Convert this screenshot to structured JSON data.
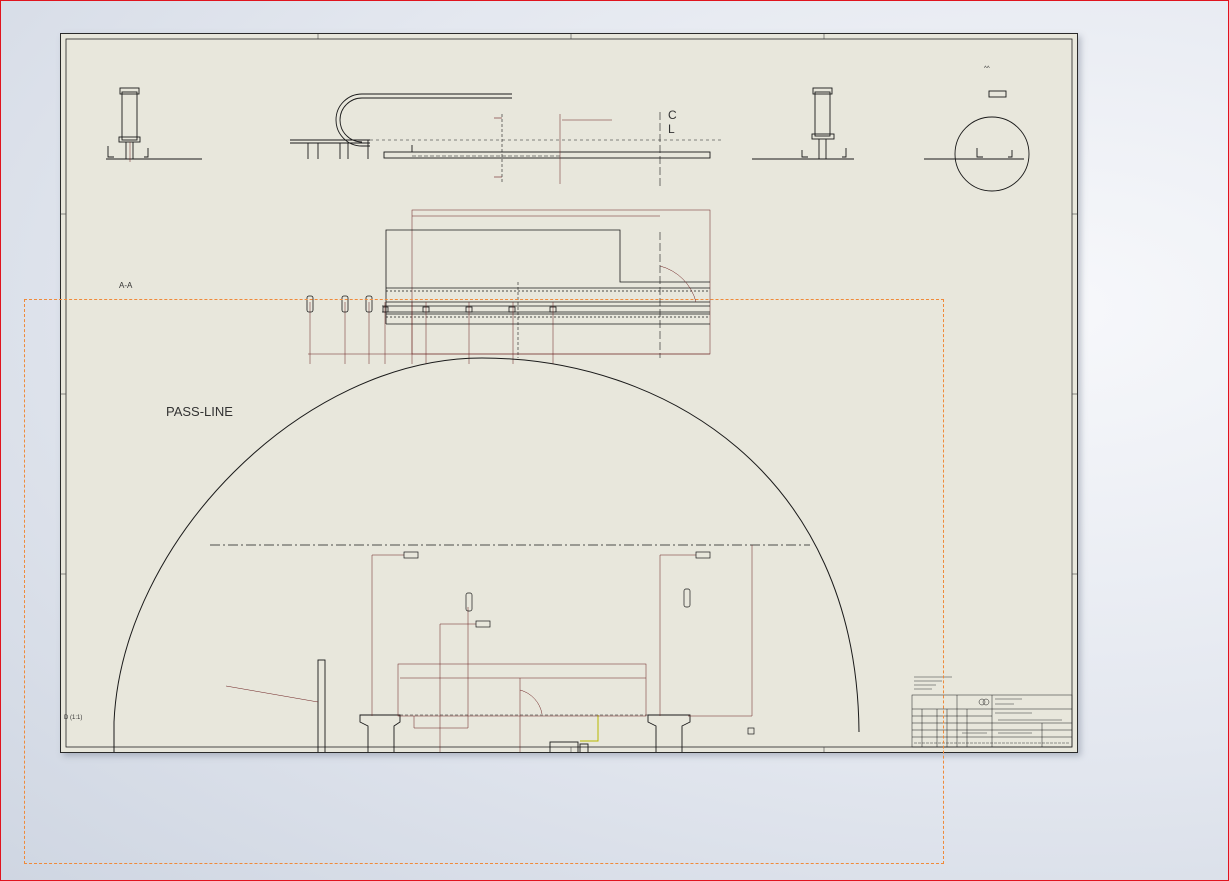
{
  "sheet": {
    "section_label": "A-A",
    "pass_line_label": "PASS-LINE",
    "centerline_c": "C",
    "centerline_l": "L",
    "view_scale_label": "D (1:1)",
    "top_mark": "^^"
  },
  "colors": {
    "paper": "#e8e7dc",
    "line": "#1a1a1a",
    "dimension": "#6b1f1f",
    "selection": "#ef8a3a",
    "viewport_border": "#e0141e",
    "highlight": "#c8c800"
  }
}
